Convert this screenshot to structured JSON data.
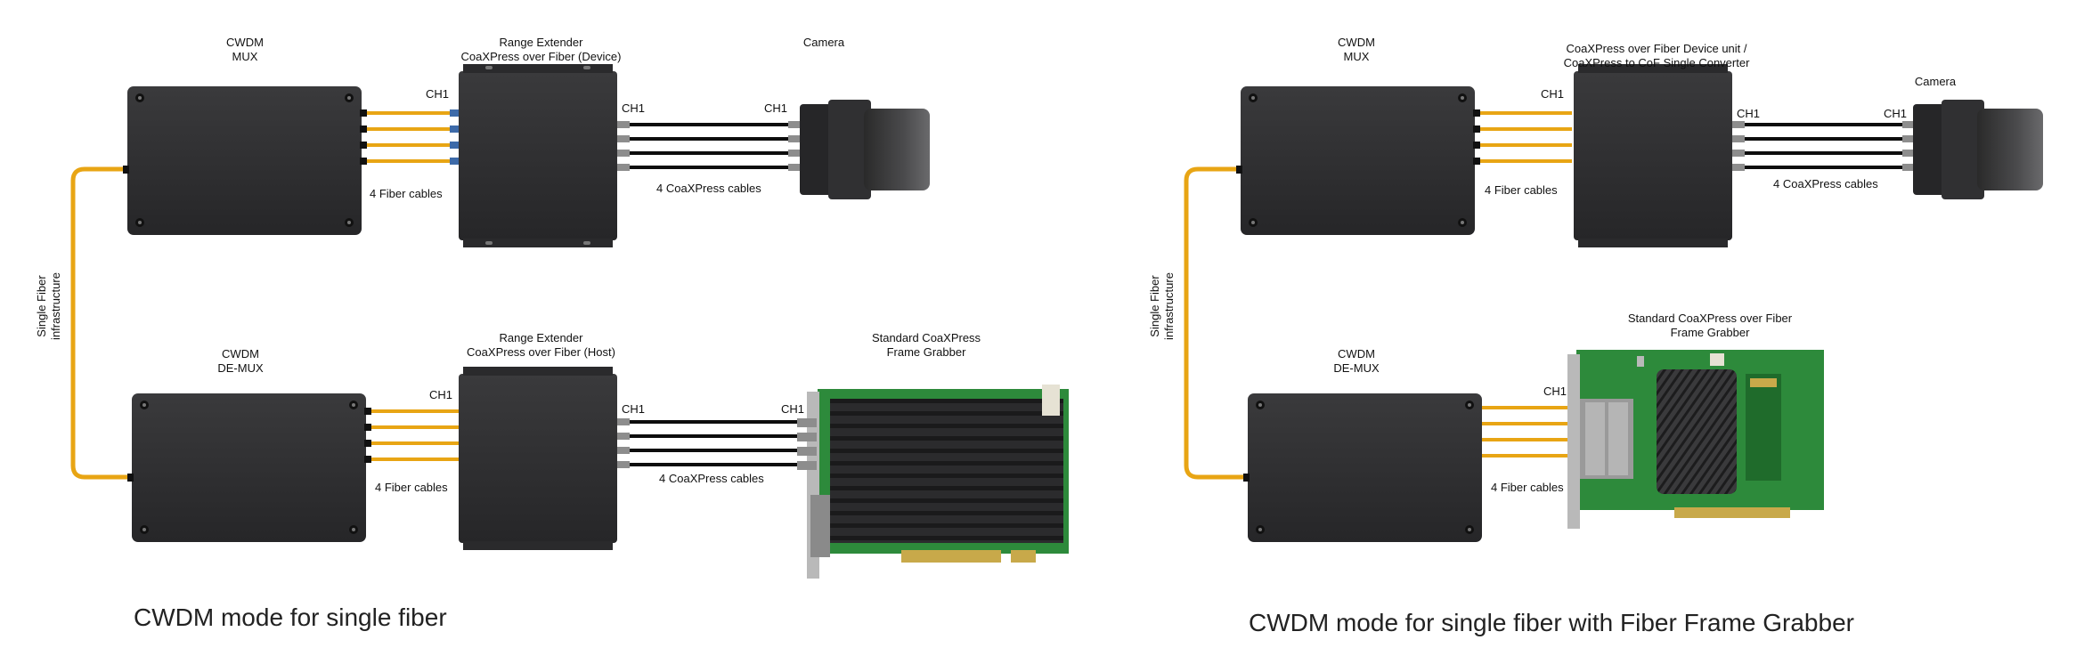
{
  "colors": {
    "fiber": "#e8a514",
    "box": "#2f2f31",
    "box_dark": "#1d1d1f",
    "cable": "#0d0d0d",
    "pcb_green": "#2d8a3b",
    "heatsink": "#2a2a2a",
    "bracket": "#b9b9b9"
  },
  "left": {
    "mux_label": [
      "CWDM",
      "MUX"
    ],
    "extender_top_label": [
      "Range Extender",
      "CoaXPress over Fiber (Device)"
    ],
    "camera_label": "Camera",
    "demux_label": [
      "CWDM",
      "DE-MUX"
    ],
    "extender_bottom_label": [
      "Range Extender",
      "CoaXPress over Fiber (Host)"
    ],
    "grabber_label": [
      "Standard CoaXPress",
      "Frame Grabber"
    ],
    "fiber_infra_label": [
      "Single Fiber",
      "infrastructure"
    ],
    "fiber_cables_top": "4 Fiber cables",
    "fiber_cables_bottom": "4 Fiber cables",
    "coax_cables_top": "4 CoaXPress cables",
    "coax_cables_bottom": "4 CoaXPress cables",
    "ch1": "CH1",
    "caption": "CWDM mode for single fiber"
  },
  "right": {
    "mux_label": [
      "CWDM",
      "MUX"
    ],
    "device_unit_label": [
      "CoaXPress over Fiber Device unit /",
      "CoaXPress to CoF Single Converter"
    ],
    "camera_label": "Camera",
    "demux_label": [
      "CWDM",
      "DE-MUX"
    ],
    "grabber_label": [
      "Standard CoaXPress over Fiber",
      "Frame Grabber"
    ],
    "fiber_infra_label": [
      "Single Fiber",
      "infrastructure"
    ],
    "fiber_cables_top": "4 Fiber cables",
    "fiber_cables_bottom": "4 Fiber cables",
    "coax_cables_top": "4 CoaXPress cables",
    "ch1": "CH1",
    "caption": "CWDM mode for single fiber with Fiber Frame Grabber"
  }
}
